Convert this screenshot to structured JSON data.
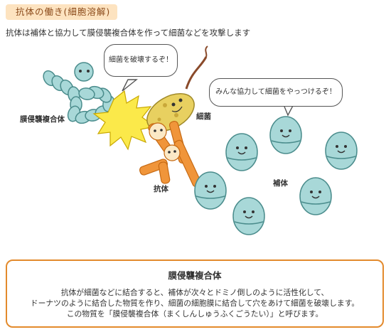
{
  "header": {
    "tag": "抗体の働き(細胞溶解)",
    "subtitle": "抗体は補体と協力して膜侵襲複合体を作って細菌などを攻撃します"
  },
  "diagram": {
    "bubble_bacteria": "細菌を破壊するぞ！",
    "bubble_complement": "みんな協力して細菌をやっつけるぞ！",
    "label_mac": "膜侵襲複合体",
    "label_bacteria": "細菌",
    "label_antibody": "抗体",
    "label_complement": "補体"
  },
  "info_box": {
    "title": "膜侵襲複合体",
    "lines": [
      "抗体が細菌などに結合すると、補体が次々とドミノ倒しのように活性化して、",
      "ドーナツのように結合した物質を作り、細菌の細胞膜に結合して穴をあけて細菌を破壊します。",
      "この物質を「膜侵襲複合体（まくしんしゅうふくごうたい）」と呼びます。"
    ]
  },
  "colors": {
    "tag_bg": "#fde3c0",
    "box_border": "#e38a2c",
    "complement_fill": "#a8d8d8",
    "bacteria_fill": "#e8d060",
    "antibody_fill": "#f0953a",
    "burst_fill": "#fbe94a"
  }
}
